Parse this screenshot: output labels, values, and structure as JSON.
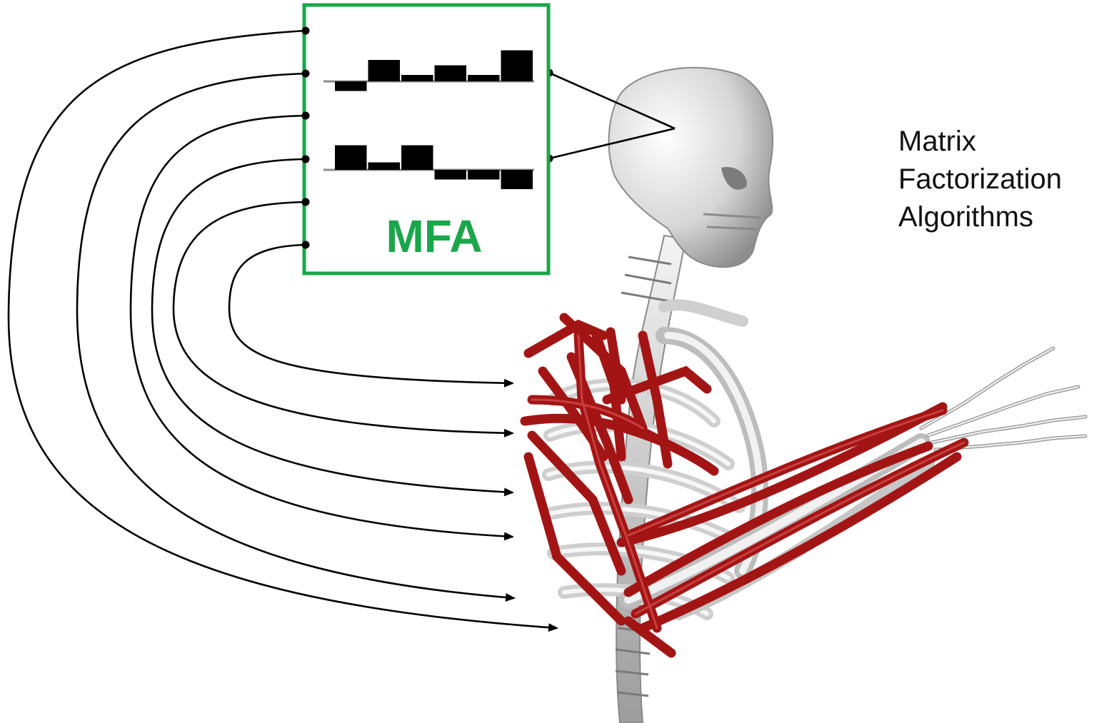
{
  "mfa_box": {
    "label": "MFA",
    "color": "#1aa64a",
    "synergy_1": [
      -0.45,
      1.0,
      0.3,
      0.75,
      0.3,
      1.45
    ],
    "synergy_2": [
      1.15,
      0.35,
      1.15,
      -0.45,
      -0.45,
      -0.9
    ]
  },
  "side_text": {
    "line1": "Matrix",
    "line2": "Factorization",
    "line3": "Algorithms"
  },
  "colors": {
    "muscle": "#a31515",
    "bone": "#dedede",
    "bone_shadow": "#a9a9a9",
    "arrow": "#000000"
  }
}
